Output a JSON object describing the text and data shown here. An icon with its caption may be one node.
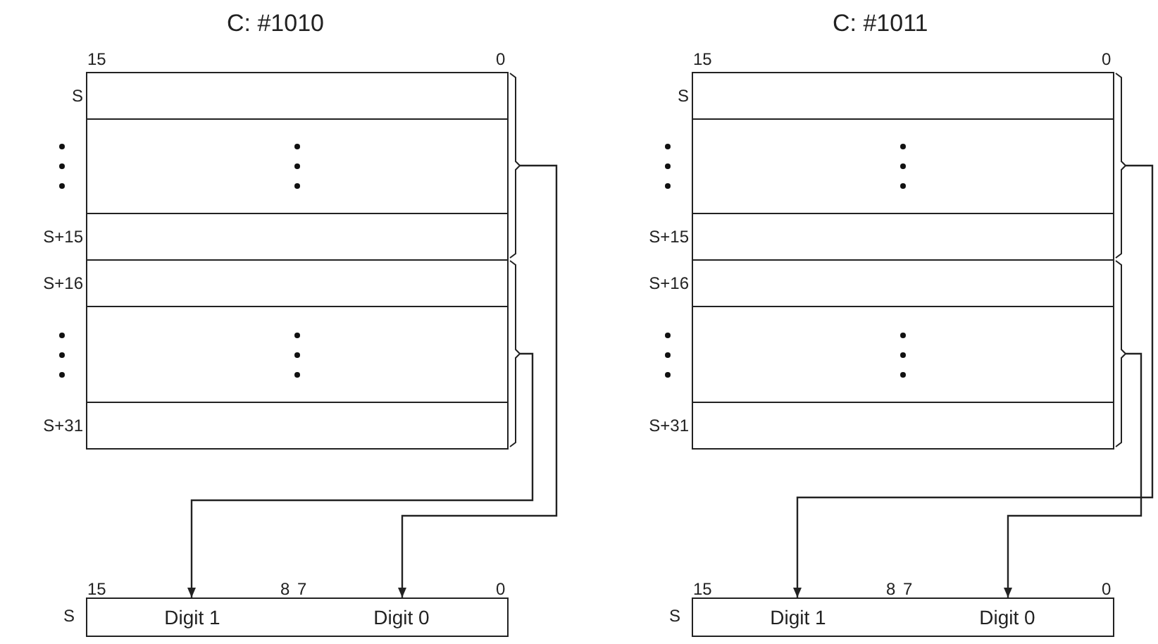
{
  "diagram": {
    "nodes": [
      {
        "text": [],
        "shape": "box",
        "beside": [
          "S",
          "S+15"
        ]
      },
      {
        "text": [],
        "shape": "box",
        "beside": [
          "S+16",
          "S+31"
        ]
      },
      {
        "text": [
          "Digit 1"
        ]
      },
      {
        "text": [
          "Digit 0"
        ]
      },
      {
        "text": [],
        "shape": "box",
        "beside": [
          "S",
          "S+15"
        ]
      },
      {
        "text": [],
        "shape": "box",
        "beside": [
          "S+16",
          "S+31"
        ]
      },
      {
        "text": [
          "Digit 1"
        ]
      },
      {
        "text": [
          "Digit 0"
        ]
      }
    ],
    "edges": [
      {
        "from": 0,
        "to": 3,
        "arrow": "to"
      },
      {
        "from": 1,
        "to": 2,
        "arrow": "to"
      },
      {
        "from": 4,
        "to": 6,
        "arrow": "to"
      },
      {
        "from": 5,
        "to": 7,
        "arrow": "to"
      }
    ],
    "labels": [
      "C: #1010",
      "15",
      "0",
      "15",
      "8",
      "7",
      "0",
      "S",
      "C: #1011",
      "15",
      "0",
      "15",
      "8",
      "7",
      "0",
      "S"
    ]
  }
}
